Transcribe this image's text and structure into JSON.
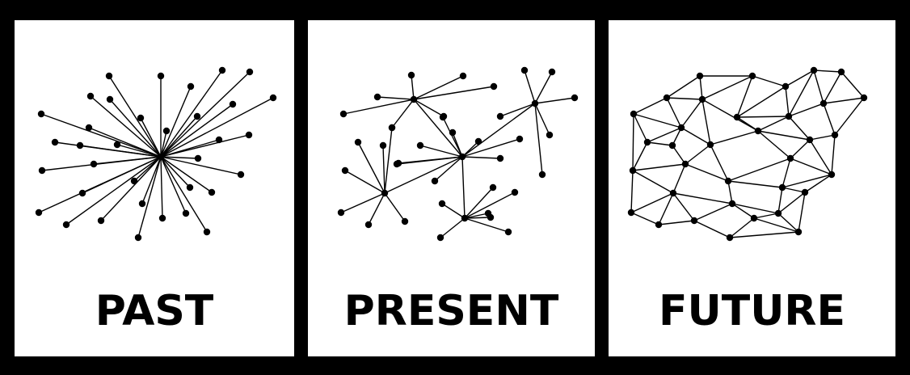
{
  "panels": [
    {
      "id": "past",
      "label": "PAST"
    },
    {
      "id": "present",
      "label": "PRESENT"
    },
    {
      "id": "future",
      "label": "FUTURE"
    }
  ],
  "colors": {
    "background": "#000000",
    "panel": "#ffffff",
    "ink": "#000000"
  }
}
